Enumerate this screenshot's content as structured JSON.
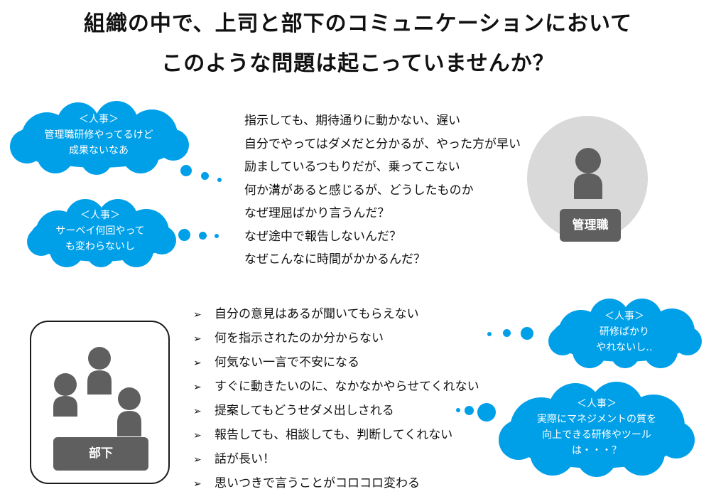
{
  "title": {
    "line1": "組織の中で、上司と部下のコミュニケーションにおいて",
    "line2": "このような問題は起こっていませんか？"
  },
  "colors": {
    "cloud": "#00a0e9",
    "person": "#5f5f5f",
    "circle": "#d9d9d9",
    "badge": "#5f5f5f"
  },
  "clouds": {
    "hr1": {
      "heading": "＜人事＞",
      "lines": [
        "管理職研修やってるけど",
        "成果ないなあ"
      ]
    },
    "hr2": {
      "heading": "＜人事＞",
      "lines": [
        "サーベイ何回やって",
        "も変わらないし"
      ]
    },
    "hr3": {
      "heading": "＜人事＞",
      "lines": [
        "研修ばかり",
        "やれないし‥"
      ]
    },
    "hr4": {
      "heading": "＜人事＞",
      "lines": [
        "実際にマネジメントの質を",
        "向上できる研修やツール",
        "は・・・？"
      ]
    }
  },
  "manager": {
    "label": "管理職",
    "icon": "person-icon",
    "issues": [
      "指示しても、期待通りに動かない、遅い",
      "自分でやってはダメだと分かるが、やった方が早い",
      "励ましているつもりだが、乗ってこない",
      "何か溝があると感じるが、どうしたものか",
      "なぜ理屈ばかり言うんだ？",
      "なぜ途中で報告しないんだ？",
      "なぜこんなに時間がかかるんだ？"
    ]
  },
  "subordinate": {
    "label": "部下",
    "icon": "group-icon",
    "bullet": "➢",
    "issues": [
      "自分の意見はあるが聞いてもらえない",
      "何を指示されたのか分からない",
      "何気ない一言で不安になる",
      "すぐに動きたいのに、なかなかやらせてくれない",
      "提案してもどうせダメ出しされる",
      "報告しても、相談しても、判断してくれない",
      "話が長い！",
      "思いつきで言うことがコロコロ変わる"
    ]
  }
}
